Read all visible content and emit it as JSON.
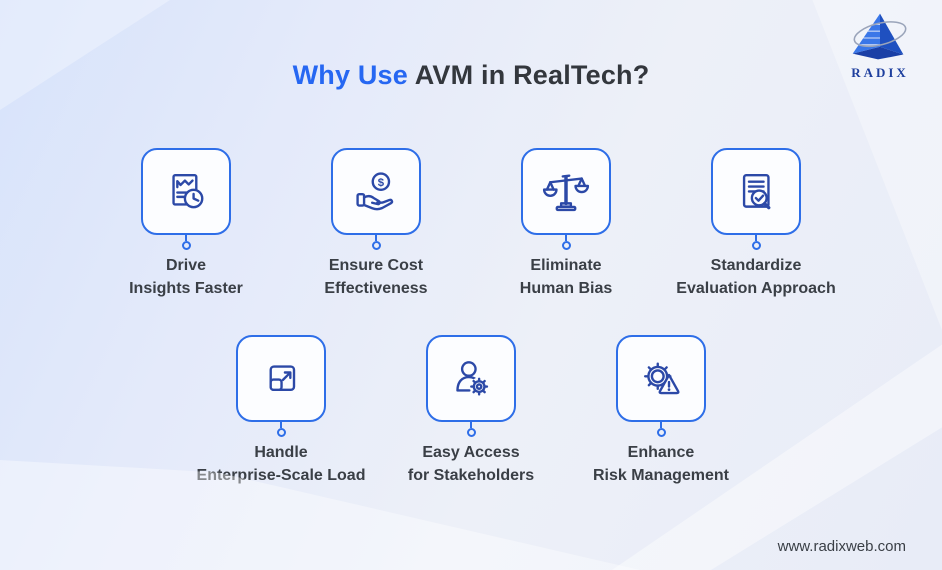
{
  "title": {
    "highlight": "Why Use",
    "rest": " AVM in RealTech?"
  },
  "logo": {
    "brand": "RADIX"
  },
  "cards": [
    {
      "icon": "document-chart-clock-icon",
      "line1": "Drive",
      "line2": "Insights Faster"
    },
    {
      "icon": "hand-dollar-icon",
      "line1": "Ensure Cost",
      "line2": "Effectiveness"
    },
    {
      "icon": "balance-scale-icon",
      "line1": "Eliminate",
      "line2": "Human Bias"
    },
    {
      "icon": "document-magnifier-check-icon",
      "line1": "Standardize",
      "line2": "Evaluation Approach"
    },
    {
      "icon": "expand-arrows-icon",
      "line1": "Handle",
      "line2": "Enterprise-Scale Load"
    },
    {
      "icon": "person-gear-icon",
      "line1": "Easy Access",
      "line2": "for Stakeholders"
    },
    {
      "icon": "gear-warning-icon",
      "line1": "Enhance",
      "line2": "Risk Management"
    }
  ],
  "glyphs": {
    "dollar": "$"
  },
  "footer": {
    "website": "www.radixweb.com"
  },
  "colors": {
    "accent_blue": "#2667f2",
    "card_border_blue": "#2e6ee8",
    "icon_navy": "#2c49a7",
    "heading_dark": "#33373d",
    "label_gray": "#3a3f46",
    "background_light_blue": "#e8ecf7"
  }
}
